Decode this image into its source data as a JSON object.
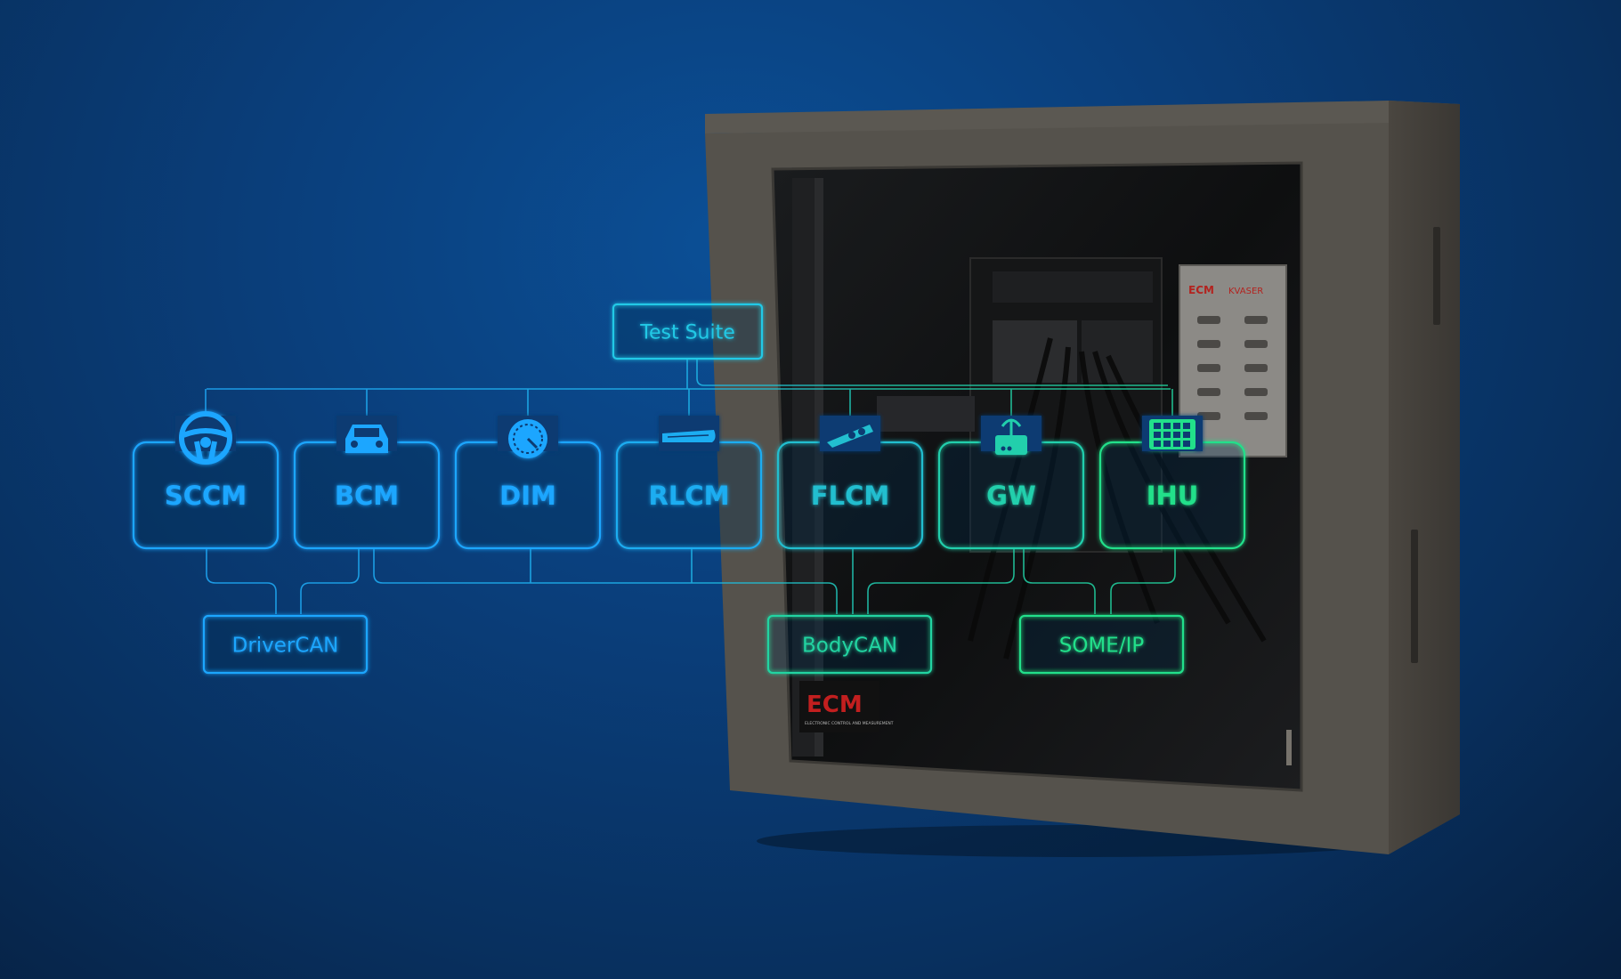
{
  "diagram": {
    "top_node": "Test Suite",
    "ecus": [
      "SCCM",
      "BCM",
      "DIM",
      "RLCM",
      "FLCM",
      "GW",
      "IHU"
    ],
    "buses": [
      "DriverCAN",
      "BodyCAN",
      "SOME/IP"
    ],
    "icons": [
      "steering-wheel-icon",
      "car-icon",
      "speedometer-icon",
      "rear-lamp-icon",
      "front-lamp-icon",
      "router-icon",
      "infotainment-grid-icon"
    ]
  },
  "cabinet": {
    "logo_top": "ECM",
    "logo_partner": "KVASER",
    "logo_bottom": "ECM",
    "logo_bottom_sub": "ELECTRONIC CONTROL AND MEASUREMENT"
  },
  "colors": {
    "blue_accent": "#1fa6ff",
    "green_accent": "#22e08a",
    "background": "#08305f"
  }
}
